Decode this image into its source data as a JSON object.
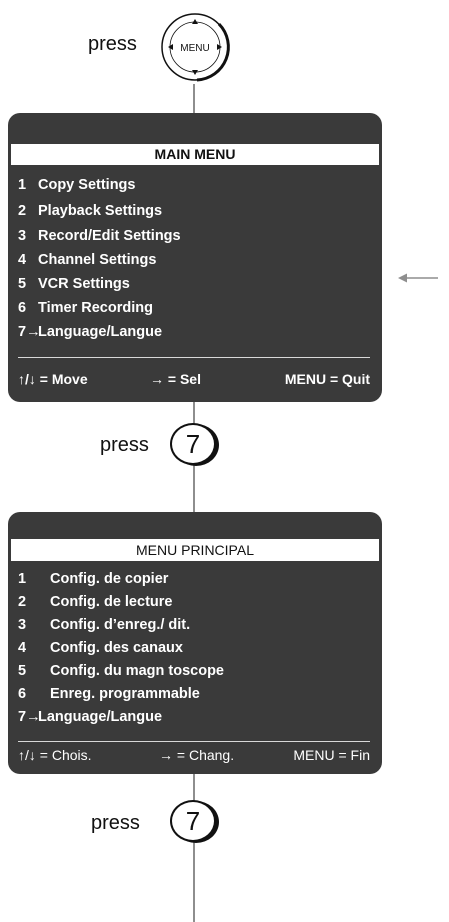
{
  "press_label": "press",
  "remote": {
    "label": "MENU"
  },
  "key_label": "7",
  "menu_en": {
    "title": "MAIN MENU",
    "items": [
      {
        "num": "1",
        "label": "Copy Settings"
      },
      {
        "num": "2",
        "label": "Playback Settings"
      },
      {
        "num": "3",
        "label": "Record/Edit Settings"
      },
      {
        "num": "4",
        "label": "Channel Settings"
      },
      {
        "num": "5",
        "label": "VCR Settings"
      },
      {
        "num": "6",
        "label": "Timer Recording"
      },
      {
        "num": "7→",
        "label": "Language/Langue"
      }
    ],
    "footer": {
      "move": "↑/↓ = Move",
      "select": "→ = Sel",
      "quit": "MENU = Quit"
    }
  },
  "menu_fr": {
    "title": "MENU PRINCIPAL",
    "items": [
      {
        "num": "1",
        "label": "Config. de copier"
      },
      {
        "num": "2",
        "label": "Config. de lecture"
      },
      {
        "num": "3",
        "label": "Config. d’enreg./ dit."
      },
      {
        "num": "4",
        "label": "Config. des canaux"
      },
      {
        "num": "5",
        "label": "Config. du magn toscope"
      },
      {
        "num": "6",
        "label": "Enreg. programmable"
      },
      {
        "num": "7→",
        "label": "Language/Langue"
      }
    ],
    "footer": {
      "move": "↑/↓  = Chois.",
      "select": "→ = Chang.",
      "quit": "MENU = Fin"
    }
  },
  "colors": {
    "panel": "#3a3a3a",
    "line": "#8e8e8e",
    "text": "#ffffff"
  }
}
